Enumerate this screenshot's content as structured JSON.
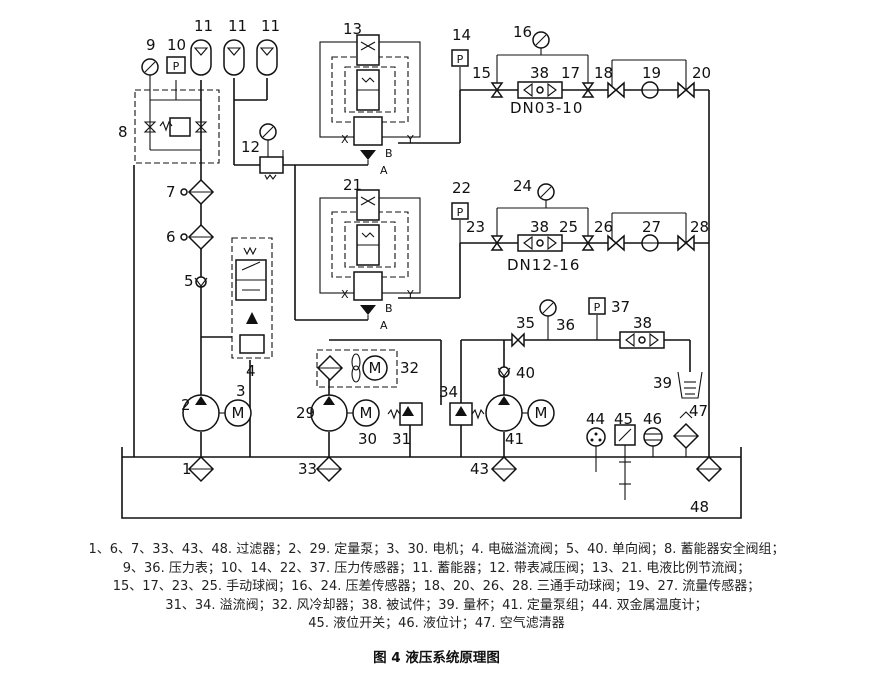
{
  "labels": {
    "n1": "1",
    "n2": "2",
    "n3": "3",
    "n4": "4",
    "n5": "5",
    "n6": "6",
    "n7": "7",
    "n8": "8",
    "n9": "9",
    "n10": "10",
    "n11a": "11",
    "n11b": "11",
    "n11c": "11",
    "n12": "12",
    "n13": "13",
    "n14": "14",
    "n15": "15",
    "n16": "16",
    "n17": "17",
    "n18": "18",
    "n19": "19",
    "n20": "20",
    "n21": "21",
    "n22": "22",
    "n23": "23",
    "n24": "24",
    "n25": "25",
    "n26": "26",
    "n27": "27",
    "n28": "28",
    "n29": "29",
    "n30": "30",
    "n31": "31",
    "n32": "32",
    "n33": "33",
    "n34": "34",
    "n35": "35",
    "n36": "36",
    "n37": "37",
    "n38a": "38",
    "n38b": "38",
    "n38c": "38",
    "n39": "39",
    "n40": "40",
    "n41": "41",
    "n43": "43",
    "n44": "44",
    "n45": "45",
    "n46": "46",
    "n47": "47",
    "n48": "48"
  },
  "models": {
    "upper": "DN03-10",
    "lower": "DN12-16"
  },
  "ports": {
    "X": "X",
    "Y": "Y",
    "A": "A",
    "B": "B"
  },
  "symbols": {
    "motor": "M",
    "pressure_sensor": "P"
  },
  "legend": [
    "1、6、7、33、43、48. 过滤器；2、29. 定量泵；3、30. 电机；4. 电磁溢流阀；5、40. 单向阀；8. 蓄能器安全阀组；",
    "9、36. 压力表；10、14、22、37. 压力传感器；11. 蓄能器；12. 带表减压阀；13、21. 电液比例节流阀；",
    "15、17、23、25. 手动球阀；16、24. 压差传感器；18、20、26、28. 三通手动球阀；19、27. 流量传感器；",
    "31、34. 溢流阀；32. 风冷却器；38. 被试件；39. 量杯；41. 定量泵组；44. 双金属温度计；",
    "45. 液位开关；46. 液位计；47. 空气滤清器"
  ],
  "caption": "图 4  液压系统原理图"
}
